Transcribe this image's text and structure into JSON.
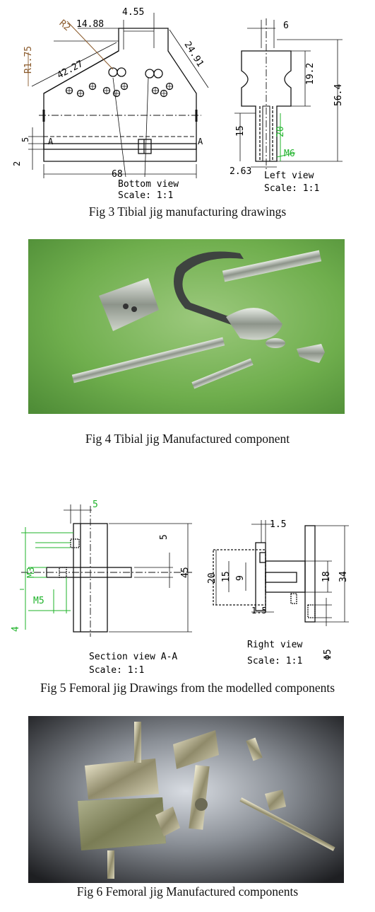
{
  "figures": [
    {
      "caption": "Fig 3 Tibial jig manufacturing drawings",
      "labels": {
        "d_455": "4.55",
        "d_1488": "14.88",
        "d_r2": "R2",
        "d_4227": "42.27",
        "d_r175": "R1.75",
        "d_2491": "24.91",
        "d_5": "5",
        "d_2": "2",
        "d_68": "68",
        "sec_a_left": "A",
        "sec_a_right": "A",
        "view1": "Bottom view",
        "scale1": "Scale:  1:1",
        "d_6": "6",
        "d_192": "19.2",
        "d_564": "56.4",
        "d_15": "15",
        "d_20": "20",
        "d_m6": "M6",
        "d_263": "2.63",
        "view2": "Left view",
        "scale2": "Scale:  1:1"
      }
    },
    {
      "caption": "Fig 4 Tibial jig Manufactured component"
    },
    {
      "caption": "Fig 5 Femoral jig Drawings from the modelled components",
      "labels": {
        "d_5top": "5",
        "d_m3": "M3",
        "d_m5": "M5",
        "d_4": "4",
        "d_5mid": "5",
        "d_45": "45",
        "view3": "Section view A-A",
        "scale3": "Scale:  1:1",
        "d_15top": "1.5",
        "d_20": "20",
        "d_15": "15",
        "d_9": "9",
        "d_15bot": "1.5",
        "d_18": "18",
        "d_34": "34",
        "d_phi5": "Φ5",
        "view4": "Right view",
        "scale4": "Scale:  1:1"
      }
    },
    {
      "caption": "Fig 6 Femoral jig Manufactured components"
    }
  ],
  "colors": {
    "line": "#111111",
    "dim_green": "#1fb32a",
    "dim_brown": "#8a5a2b",
    "photo1_bg": "#6fae4d",
    "photo2_bg": "#2a2a2a"
  }
}
